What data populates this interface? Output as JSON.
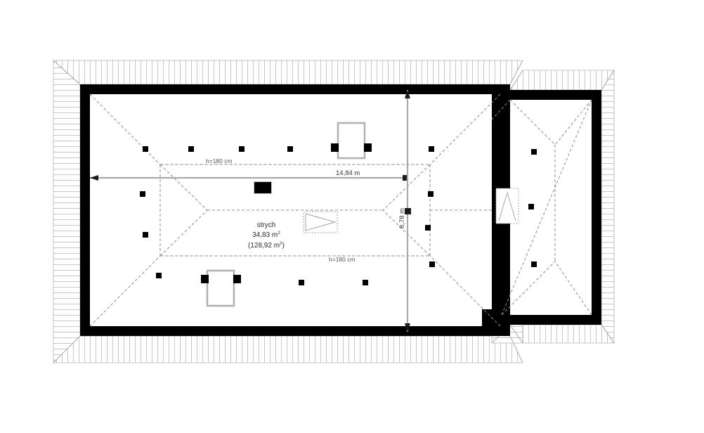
{
  "drawing": {
    "type": "architectural-floor-plan",
    "view_name": "attic-roof-plan",
    "background_color": "#ffffff",
    "wall_color": "#000000",
    "line_color": "#9a9a9a",
    "hatch_color": "#b8b8b8",
    "text_color": "#333333"
  },
  "room": {
    "name": "strych",
    "area": "34,83 m",
    "area_unit_sup": "2",
    "area_secondary": "(128,92 m",
    "area_secondary_close": ")",
    "area_secondary_sup": "2"
  },
  "dimensions": {
    "horizontal": {
      "label": "14,84 m",
      "orientation": "horizontal"
    },
    "vertical": {
      "label": "8,78 m",
      "orientation": "vertical-rotated"
    }
  },
  "height_markers": [
    {
      "label": "h=180 cm",
      "position": "upper"
    },
    {
      "label": "h=180 cm",
      "position": "lower"
    }
  ],
  "symbols": {
    "chimney": "solid-black-rectangle",
    "roof_hatch": "dashed-rectangle-with-triangle",
    "attic_ladder": "dashed-rectangle-with-inverted-v",
    "skylight": "gray-outlined-rectangle-with-two-black-tabs",
    "roof_anchor": "small-black-square"
  },
  "counts": {
    "skylights": 3,
    "roof_anchors": 17
  }
}
